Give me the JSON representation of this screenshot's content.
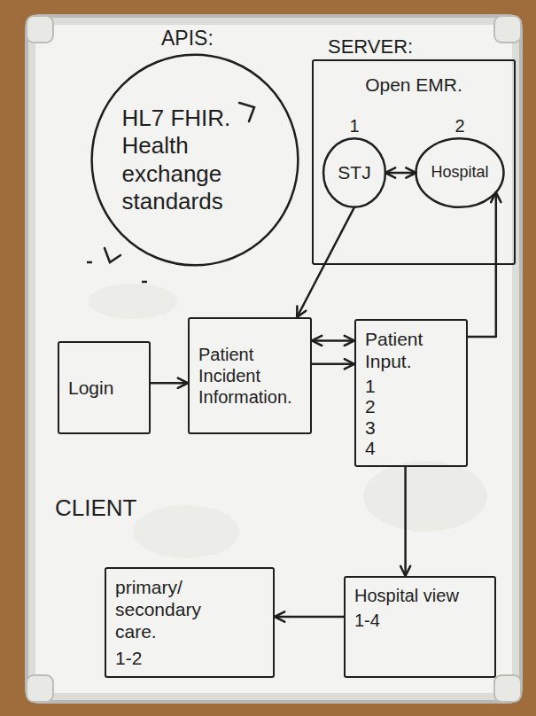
{
  "diagram": {
    "nodes": [
      {
        "text": [
          "APIS:",
          "HL7 FHIR. Health exchange standards"
        ]
      },
      {
        "text": [
          "SERVER:",
          "Open EMR."
        ]
      },
      {
        "text": [
          "1",
          "STJ"
        ],
        "in": 1
      },
      {
        "text": [
          "2",
          "Hospital"
        ],
        "in": 1
      },
      {
        "text": [
          "Login"
        ]
      },
      {
        "text": [
          "Patient Incident Information."
        ]
      },
      {
        "text": [
          "Patient Input.",
          "1 2 3 4"
        ]
      },
      {
        "text": [
          "Hospital view",
          "1-4"
        ]
      },
      {
        "text": [
          "primary/ secondary care.",
          "1-2"
        ]
      }
    ],
    "edges": [
      {
        "from": 2,
        "to": 3,
        "arrow": "both"
      },
      {
        "from": 4,
        "to": 5,
        "arrow": "to"
      },
      {
        "from": 5,
        "to": 6,
        "arrow": "both"
      },
      {
        "from": 5,
        "to": 6,
        "arrow": "to"
      },
      {
        "from": 2,
        "to": 5,
        "arrow": "to"
      },
      {
        "from": 6,
        "to": 3,
        "arrow": "to"
      },
      {
        "from": 6,
        "to": 7,
        "arrow": "to"
      },
      {
        "from": 7,
        "to": 8,
        "arrow": "to"
      }
    ],
    "labels": [
      "CLIENT"
    ]
  }
}
